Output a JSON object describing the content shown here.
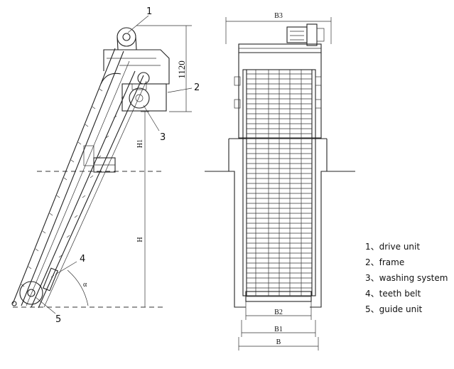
{
  "callouts": {
    "c1": "1",
    "c2": "2",
    "c3": "3",
    "c4": "4",
    "c5": "5"
  },
  "dimensions": {
    "height_top": "1120",
    "h1": "H1",
    "h": "H",
    "angle": "α",
    "b3": "B3",
    "b2": "B2",
    "b1": "B1",
    "b": "B"
  },
  "legend": [
    "1、drive unit",
    "2、frame",
    "3、washing system",
    "4、teeth belt",
    "5、guide unit"
  ]
}
